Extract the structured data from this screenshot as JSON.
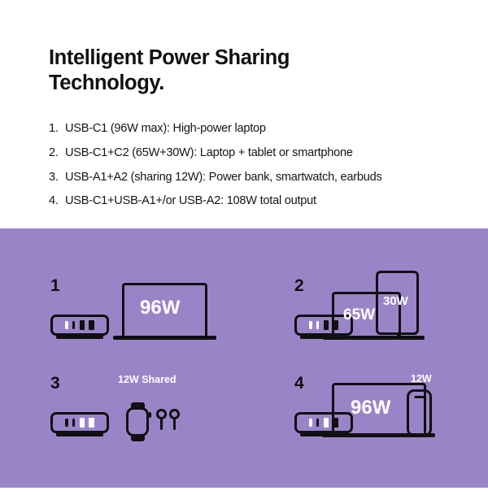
{
  "headline": "Intelligent Power Sharing\nTechnology.",
  "spec_list": [
    {
      "num": "1.",
      "text": "USB-C1 (96W max): High-power laptop"
    },
    {
      "num": "2.",
      "text": "USB-C1+C2 (65W+30W): Laptop + tablet or smartphone"
    },
    {
      "num": "3.",
      "text": "USB-A1+A2 (sharing 12W): Power bank, smartwatch, earbuds"
    },
    {
      "num": "4.",
      "text": "USB-C1+USB-A1+/or USB-A2: 108W total output"
    }
  ],
  "colors": {
    "panel_background": "#9a84c8",
    "page_background": "#ffffff",
    "ink": "#101010",
    "active_port": "#ffffff"
  },
  "diagram": {
    "scenarios": [
      {
        "number": "1",
        "ports": [
          {
            "type": "usb-c",
            "active": true
          },
          {
            "type": "usb-c",
            "active": false
          },
          {
            "type": "usb-a",
            "active": false
          },
          {
            "type": "usb-a",
            "active": false
          }
        ],
        "devices": [
          {
            "kind": "laptop",
            "wattage": "96W"
          }
        ],
        "shared_label": ""
      },
      {
        "number": "2",
        "ports": [
          {
            "type": "usb-c",
            "active": true
          },
          {
            "type": "usb-c",
            "active": true
          },
          {
            "type": "usb-a",
            "active": false
          },
          {
            "type": "usb-a",
            "active": false
          }
        ],
        "devices": [
          {
            "kind": "laptop",
            "wattage": "65W"
          },
          {
            "kind": "tablet",
            "wattage": "30W"
          }
        ],
        "shared_label": ""
      },
      {
        "number": "3",
        "ports": [
          {
            "type": "usb-c",
            "active": false
          },
          {
            "type": "usb-c",
            "active": false
          },
          {
            "type": "usb-a",
            "active": true
          },
          {
            "type": "usb-a",
            "active": true
          }
        ],
        "devices": [
          {
            "kind": "smartwatch",
            "wattage": ""
          },
          {
            "kind": "earbuds",
            "wattage": ""
          }
        ],
        "shared_label": "12W Shared"
      },
      {
        "number": "4",
        "ports": [
          {
            "type": "usb-c",
            "active": true
          },
          {
            "type": "usb-c",
            "active": false
          },
          {
            "type": "usb-a",
            "active": true
          },
          {
            "type": "usb-a",
            "active": false
          }
        ],
        "devices": [
          {
            "kind": "laptop",
            "wattage": "96W"
          },
          {
            "kind": "phone",
            "wattage": "12W"
          }
        ],
        "shared_label": ""
      }
    ]
  }
}
